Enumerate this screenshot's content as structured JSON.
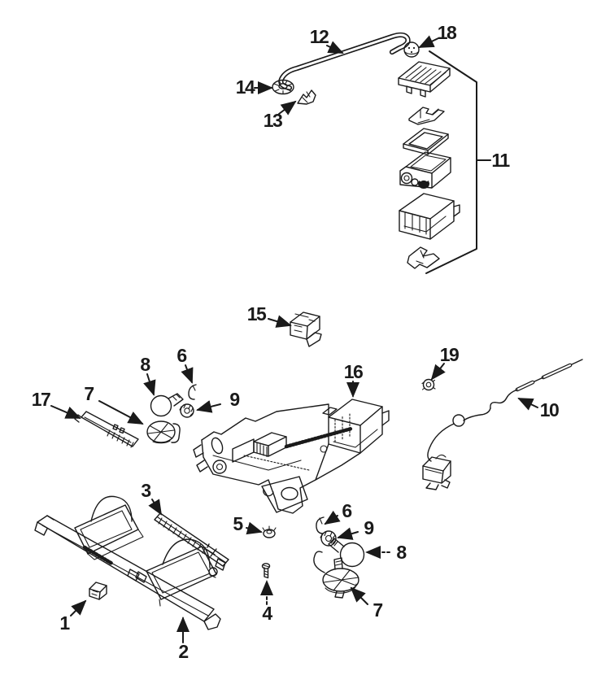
{
  "palette": {
    "background": "#ffffff",
    "ink": "#1a1a1a"
  },
  "callouts": {
    "n1": "1",
    "n2": "2",
    "n3": "3",
    "n4": "4",
    "n5": "5",
    "n6": "6",
    "n7": "7",
    "n8": "8",
    "n9": "9",
    "n10": "10",
    "n11": "11",
    "n12": "12",
    "n13": "13",
    "n14": "14",
    "n15": "15",
    "n16": "16",
    "n17": "17",
    "n18": "18",
    "n19": "19"
  }
}
